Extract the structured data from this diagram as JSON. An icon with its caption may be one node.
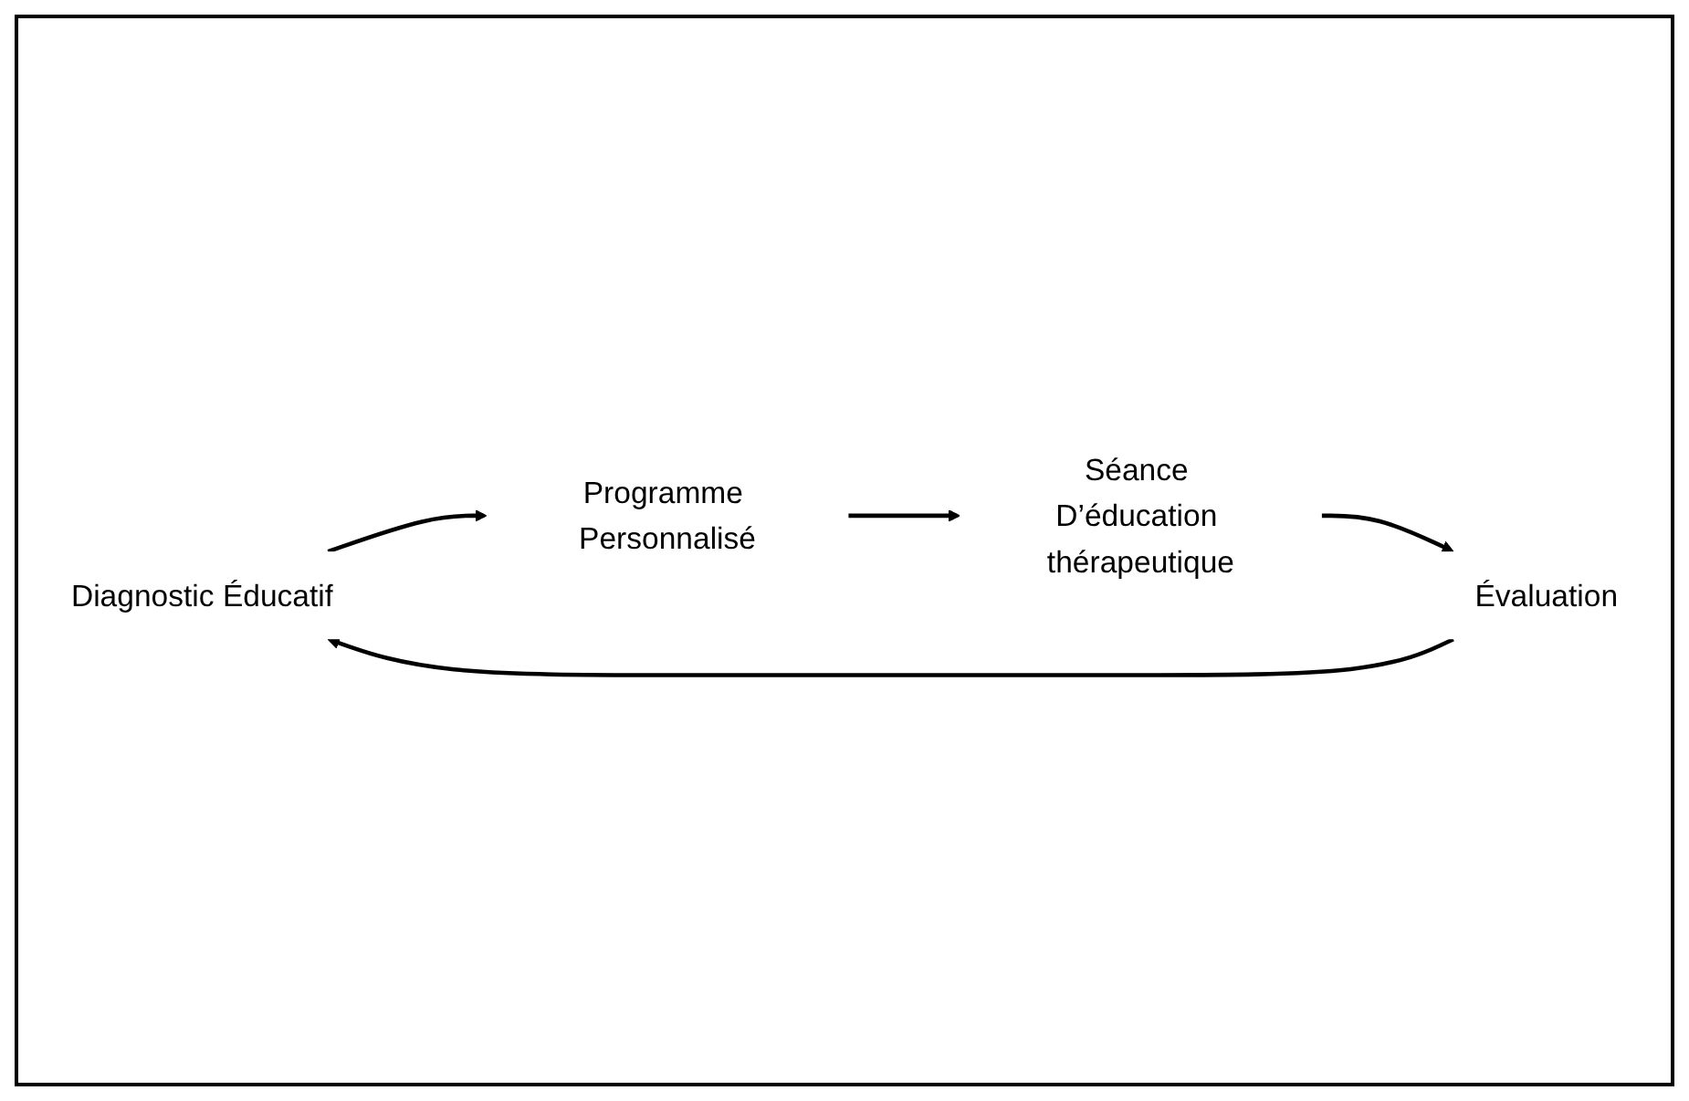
{
  "diagram": {
    "nodes": [
      {
        "text": [
          "Diagnostic Éducatif"
        ]
      },
      {
        "text": [
          "Programme Personnalisé"
        ]
      },
      {
        "text": [
          "Séance D’éducation thérapeutique"
        ]
      },
      {
        "text": [
          "Évaluation"
        ]
      }
    ],
    "edges": [
      {
        "from": 0,
        "to": 1,
        "arrow": "to"
      },
      {
        "from": 1,
        "to": 2,
        "arrow": "to"
      },
      {
        "from": 2,
        "to": 3,
        "arrow": "to"
      },
      {
        "from": 3,
        "to": 0,
        "arrow": "to"
      }
    ]
  }
}
